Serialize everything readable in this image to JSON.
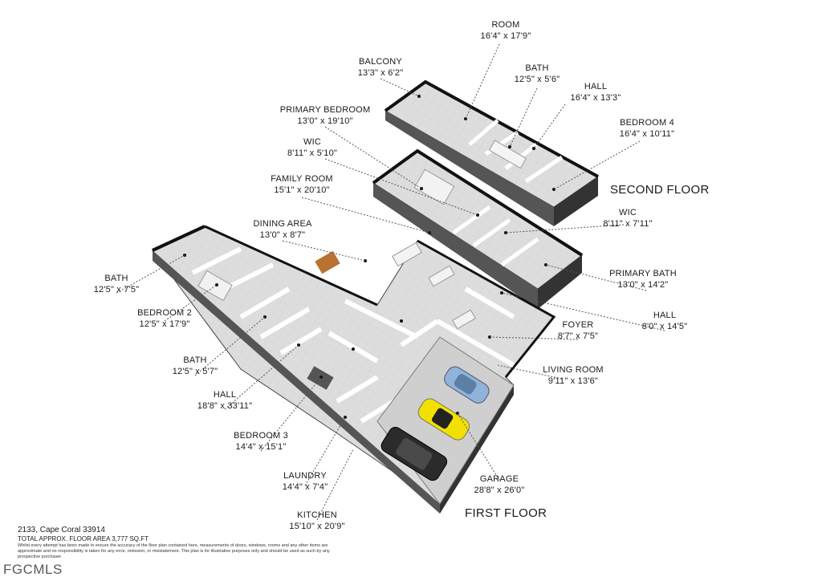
{
  "floors": {
    "second": "SECOND FLOOR",
    "first": "FIRST FLOOR"
  },
  "rooms": {
    "room": {
      "name": "ROOM",
      "dims": "16'4\" x 17'9\""
    },
    "balcony": {
      "name": "BALCONY",
      "dims": "13'3\" x 6'2\""
    },
    "bath_upper": {
      "name": "BATH",
      "dims": "12'5\" x 5'6\""
    },
    "hall_upper": {
      "name": "HALL",
      "dims": "16'4\" x 13'3\""
    },
    "primary_bedroom": {
      "name": "PRIMARY BEDROOM",
      "dims": "13'0\" x 19'10\""
    },
    "bedroom4": {
      "name": "BEDROOM 4",
      "dims": "16'4\" x 10'11\""
    },
    "wic_left": {
      "name": "WIC",
      "dims": "8'11\" x 5'10\""
    },
    "family_room": {
      "name": "FAMILY ROOM",
      "dims": "15'1\" x 20'10\""
    },
    "wic_right": {
      "name": "WIC",
      "dims": "8'11\" x 7'11\""
    },
    "dining_area": {
      "name": "DINING AREA",
      "dims": "13'0\" x 8'7\""
    },
    "bath_left": {
      "name": "BATH",
      "dims": "12'5\" x 7'5\""
    },
    "primary_bath": {
      "name": "PRIMARY BATH",
      "dims": "13'0\" x 14'2\""
    },
    "bedroom2": {
      "name": "BEDROOM 2",
      "dims": "12'5\" x 17'9\""
    },
    "hall_lower": {
      "name": "HALL",
      "dims": "8'0\" x 14'5\""
    },
    "foyer": {
      "name": "FOYER",
      "dims": "8'7\" x 7'5\""
    },
    "bath_mid": {
      "name": "BATH",
      "dims": "12'5\" x 5'7\""
    },
    "living_room": {
      "name": "LIVING ROOM",
      "dims": "9'11\" x 13'6\""
    },
    "hall_long": {
      "name": "HALL",
      "dims": "18'8\" x 33'11\""
    },
    "bedroom3": {
      "name": "BEDROOM 3",
      "dims": "14'4\" x 15'1\""
    },
    "laundry": {
      "name": "LAUNDRY",
      "dims": "14'4\" x 7'4\""
    },
    "garage": {
      "name": "GARAGE",
      "dims": "28'8\" x 26'0\""
    },
    "kitchen": {
      "name": "KITCHEN",
      "dims": "15'10\" x 20'9\""
    }
  },
  "footer": {
    "address": "2133, Cape Coral 33914",
    "total_area": "TOTAL APPROX. FLOOR AREA 3,777 SQ.FT",
    "disclaimer": "Whilst every attempt has been made to ensure the accuracy of the floor plan contained here, measurements of doors, windows, rooms and any other items are approximate and no responsibility is taken for any error, omission, or misstatement. This plan is for illustrative purposes only and should be used as such by any prospective purchaser."
  },
  "watermark": "FGCMLS",
  "colors": {
    "floor": "#dcdcdc",
    "wall_top": "#ffffff",
    "wall_side": "#4a4a4a",
    "leader": "#555555",
    "car_blue": "#8fb3d9",
    "car_yellow": "#f2e000",
    "car_black": "#2b2b2b"
  }
}
